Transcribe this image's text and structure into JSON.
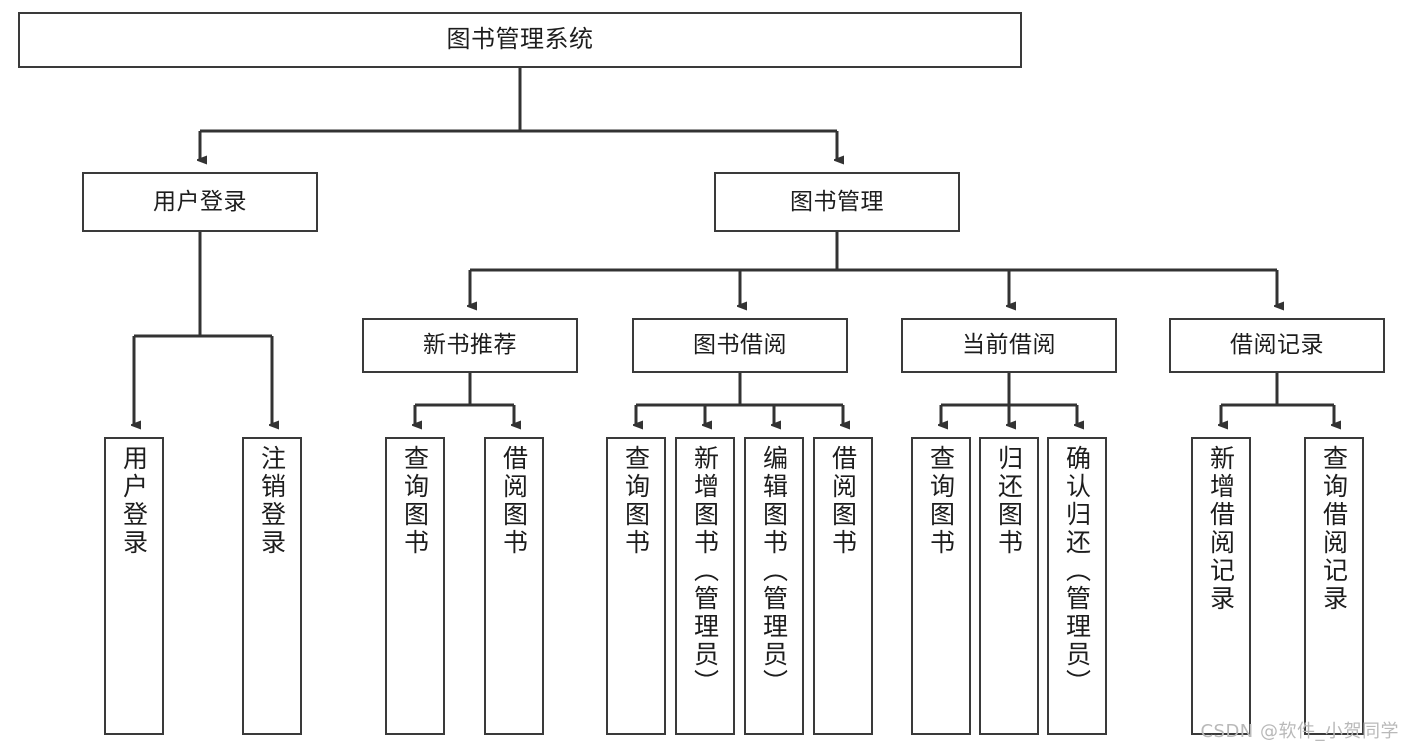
{
  "diagram": {
    "title": "图书管理系统",
    "type": "tree",
    "watermark": "CSDN @软件_小贺同学",
    "colors": {
      "box_border": "#3a3a3a",
      "box_fill": "#ffffff",
      "connector": "#333333",
      "text": "#1d1d1d",
      "watermark": "#b9b9b9"
    },
    "root": {
      "label": "图书管理系统"
    },
    "level2": [
      {
        "label": "用户登录"
      },
      {
        "label": "图书管理"
      }
    ],
    "level3": [
      {
        "label": "新书推荐"
      },
      {
        "label": "图书借阅"
      },
      {
        "label": "当前借阅"
      },
      {
        "label": "借阅记录"
      }
    ],
    "leaves": {
      "user_login": [
        {
          "label": "用户登录"
        },
        {
          "label": "注销登录"
        }
      ],
      "new_book_recommend": [
        {
          "label": "查询图书"
        },
        {
          "label": "借阅图书"
        }
      ],
      "book_borrow": [
        {
          "label": "查询图书"
        },
        {
          "label": "新增图书（管理员）"
        },
        {
          "label": "编辑图书（管理员）"
        },
        {
          "label": "借阅图书"
        }
      ],
      "current_borrow": [
        {
          "label": "查询图书"
        },
        {
          "label": "归还图书"
        },
        {
          "label": "确认归还（管理员）"
        }
      ],
      "borrow_record": [
        {
          "label": "新增借阅记录"
        },
        {
          "label": "查询借阅记录"
        }
      ]
    }
  }
}
